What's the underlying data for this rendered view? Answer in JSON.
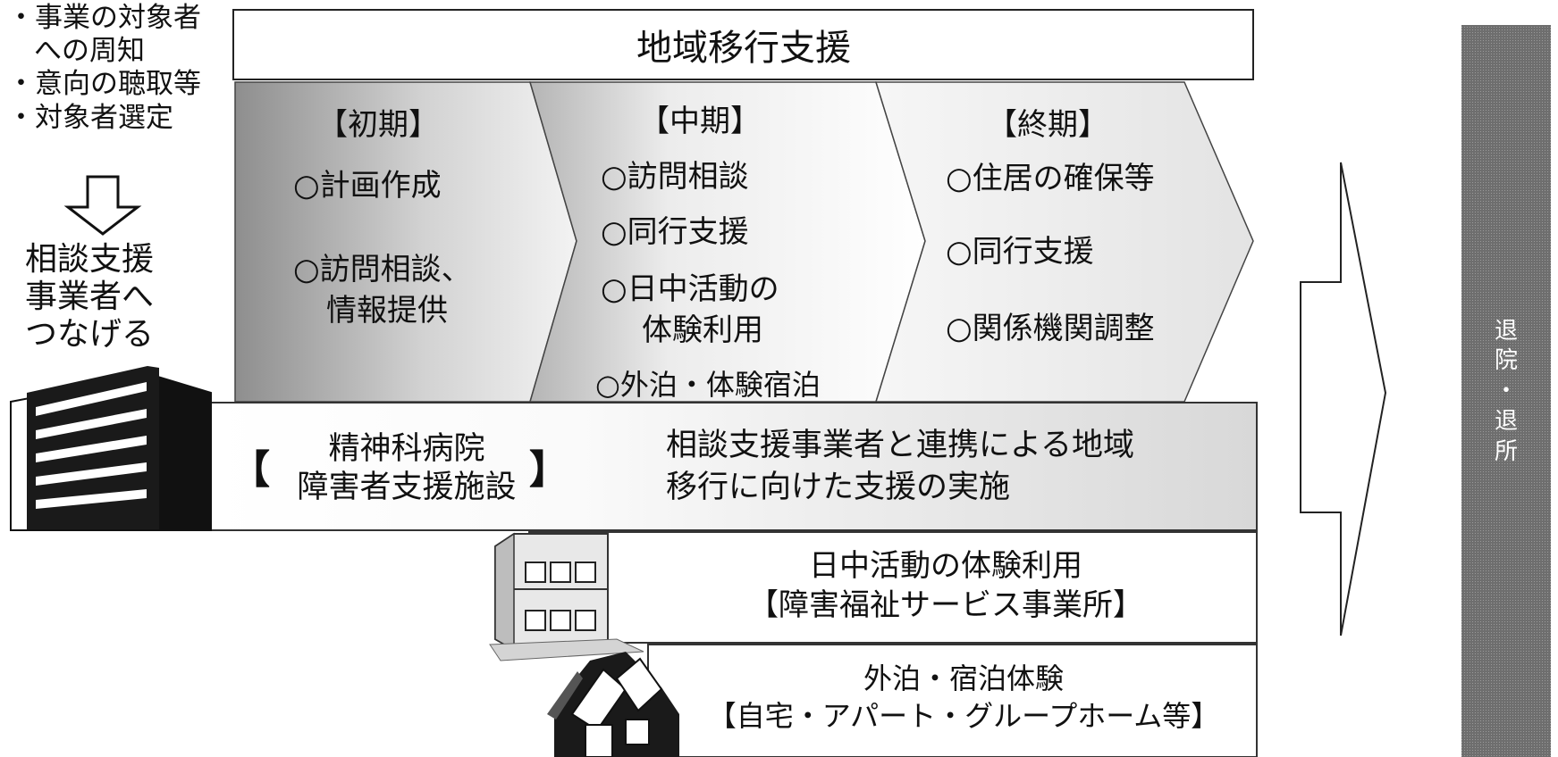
{
  "left_panel": {
    "bullets": [
      "・事業の対象者",
      "への周知",
      "・意向の聴取等",
      "・対象者選定"
    ],
    "action_lines": [
      "相談支援",
      "事業者へ",
      "つなげる"
    ]
  },
  "banner": {
    "title": "地域移行支援"
  },
  "phases": [
    {
      "heading": "【初期】",
      "items": [
        "○計画作成",
        "○訪問相談、",
        "情報提供"
      ]
    },
    {
      "heading": "【中期】",
      "items": [
        "○訪問相談",
        "○同行支援",
        "○日中活動の",
        "体験利用",
        "○外泊・体験宿泊"
      ]
    },
    {
      "heading": "【終期】",
      "items": [
        "○住居の確保等",
        "○同行支援",
        "○関係機関調整"
      ]
    }
  ],
  "hospital": {
    "bracket_open": "【",
    "bracket_close": "】",
    "lines": [
      "精神科病院",
      "障害者支援施設"
    ],
    "description": [
      "相談支援事業者と連携による地域",
      "移行に向けた支援の実施"
    ]
  },
  "day_activity": {
    "lines": [
      "日中活動の体験利用",
      "【障害福祉サービス事業所】"
    ]
  },
  "overnight": {
    "lines": [
      "外泊・宿泊体験",
      "【自宅・アパート・グループホーム等】"
    ]
  },
  "outcome": {
    "chars": [
      "退",
      "院",
      "・",
      "退",
      "所"
    ]
  },
  "colors": {
    "outcome_bg": "#6e6e6e",
    "banner_border": "#222222",
    "phase_gray": "#c8c8c8"
  },
  "icons": [
    "hospital-building-icon",
    "down-arrow-outline-icon",
    "office-building-icon",
    "house-icon",
    "right-arrow-outline-icon"
  ]
}
